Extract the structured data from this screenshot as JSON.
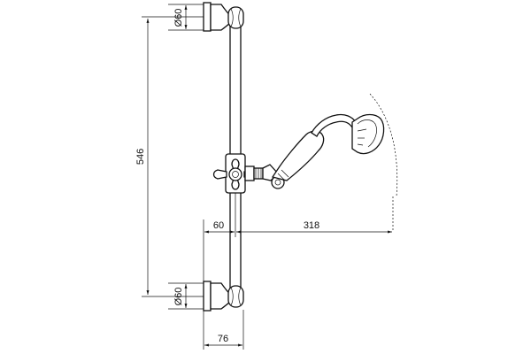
{
  "dimensions": {
    "total_height": "546",
    "bracket_top_diameter": "Ø60",
    "bracket_bottom_diameter": "Ø60",
    "slider_offset": "60",
    "handshower_reach": "318",
    "bracket_depth": "76"
  }
}
